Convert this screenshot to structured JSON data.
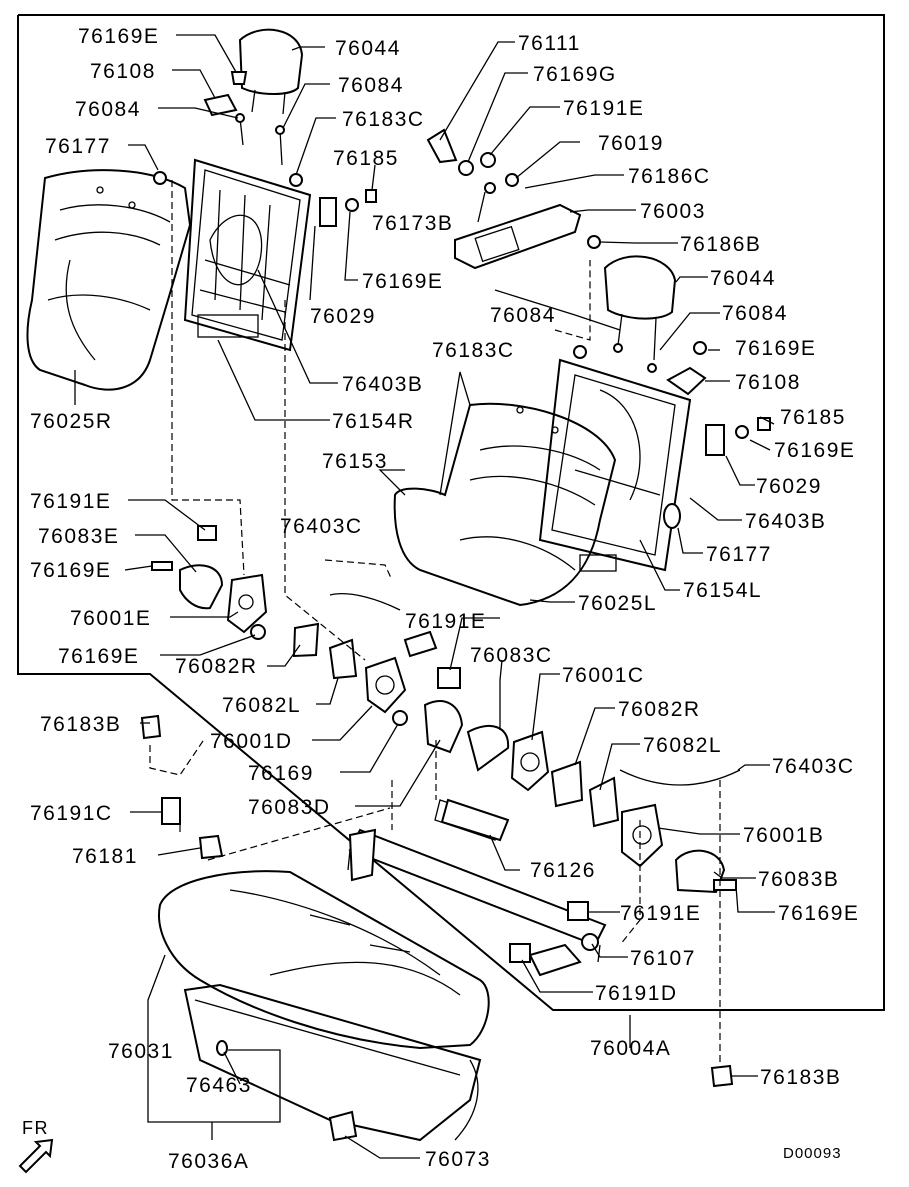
{
  "diagram": {
    "code": "D00093",
    "direction_label": "FR",
    "labels": {
      "l_76169E_a": "76169E",
      "l_76044_a": "76044",
      "l_76108_a": "76108",
      "l_76084_a": "76084",
      "l_76084_b": "76084",
      "l_76183C_a": "76183C",
      "l_76177_a": "76177",
      "l_76185_a": "76185",
      "l_76029_a": "76029",
      "l_76169E_b": "76169E",
      "l_76403B_a": "76403B",
      "l_76154R": "76154R",
      "l_76025R": "76025R",
      "l_76111": "76111",
      "l_76169G": "76169G",
      "l_76191E_a": "76191E",
      "l_76019": "76019",
      "l_76186C": "76186C",
      "l_76003": "76003",
      "l_76173B": "76173B",
      "l_76186B": "76186B",
      "l_76044_b": "76044",
      "l_76084_c": "76084",
      "l_76084_d": "76084",
      "l_76183C_b": "76183C",
      "l_76169E_c": "76169E",
      "l_76108_b": "76108",
      "l_76185_b": "76185",
      "l_76169E_d": "76169E",
      "l_76153": "76153",
      "l_76029_b": "76029",
      "l_76403B_b": "76403B",
      "l_76177_b": "76177",
      "l_76154L": "76154L",
      "l_76025L": "76025L",
      "l_76191E_b": "76191E",
      "l_76083E": "76083E",
      "l_76169E_e": "76169E",
      "l_76403C_a": "76403C",
      "l_76001E": "76001E",
      "l_76191E_c": "76191E",
      "l_76169E_f": "76169E",
      "l_76082R_a": "76082R",
      "l_76083C": "76083C",
      "l_76001C": "76001C",
      "l_76082L_a": "76082L",
      "l_76082R_b": "76082R",
      "l_76183B_a": "76183B",
      "l_76001D": "76001D",
      "l_76082L_b": "76082L",
      "l_76403C_b": "76403C",
      "l_76169": "76169",
      "l_76083D": "76083D",
      "l_76191C": "76191C",
      "l_76001B": "76001B",
      "l_76181": "76181",
      "l_76126": "76126",
      "l_76083B": "76083B",
      "l_76191E_d": "76191E",
      "l_76169E_g": "76169E",
      "l_76107": "76107",
      "l_76191D": "76191D",
      "l_76004A": "76004A",
      "l_76031": "76031",
      "l_76463": "76463",
      "l_76183B_b": "76183B",
      "l_76036A": "76036A",
      "l_76073": "76073"
    }
  }
}
